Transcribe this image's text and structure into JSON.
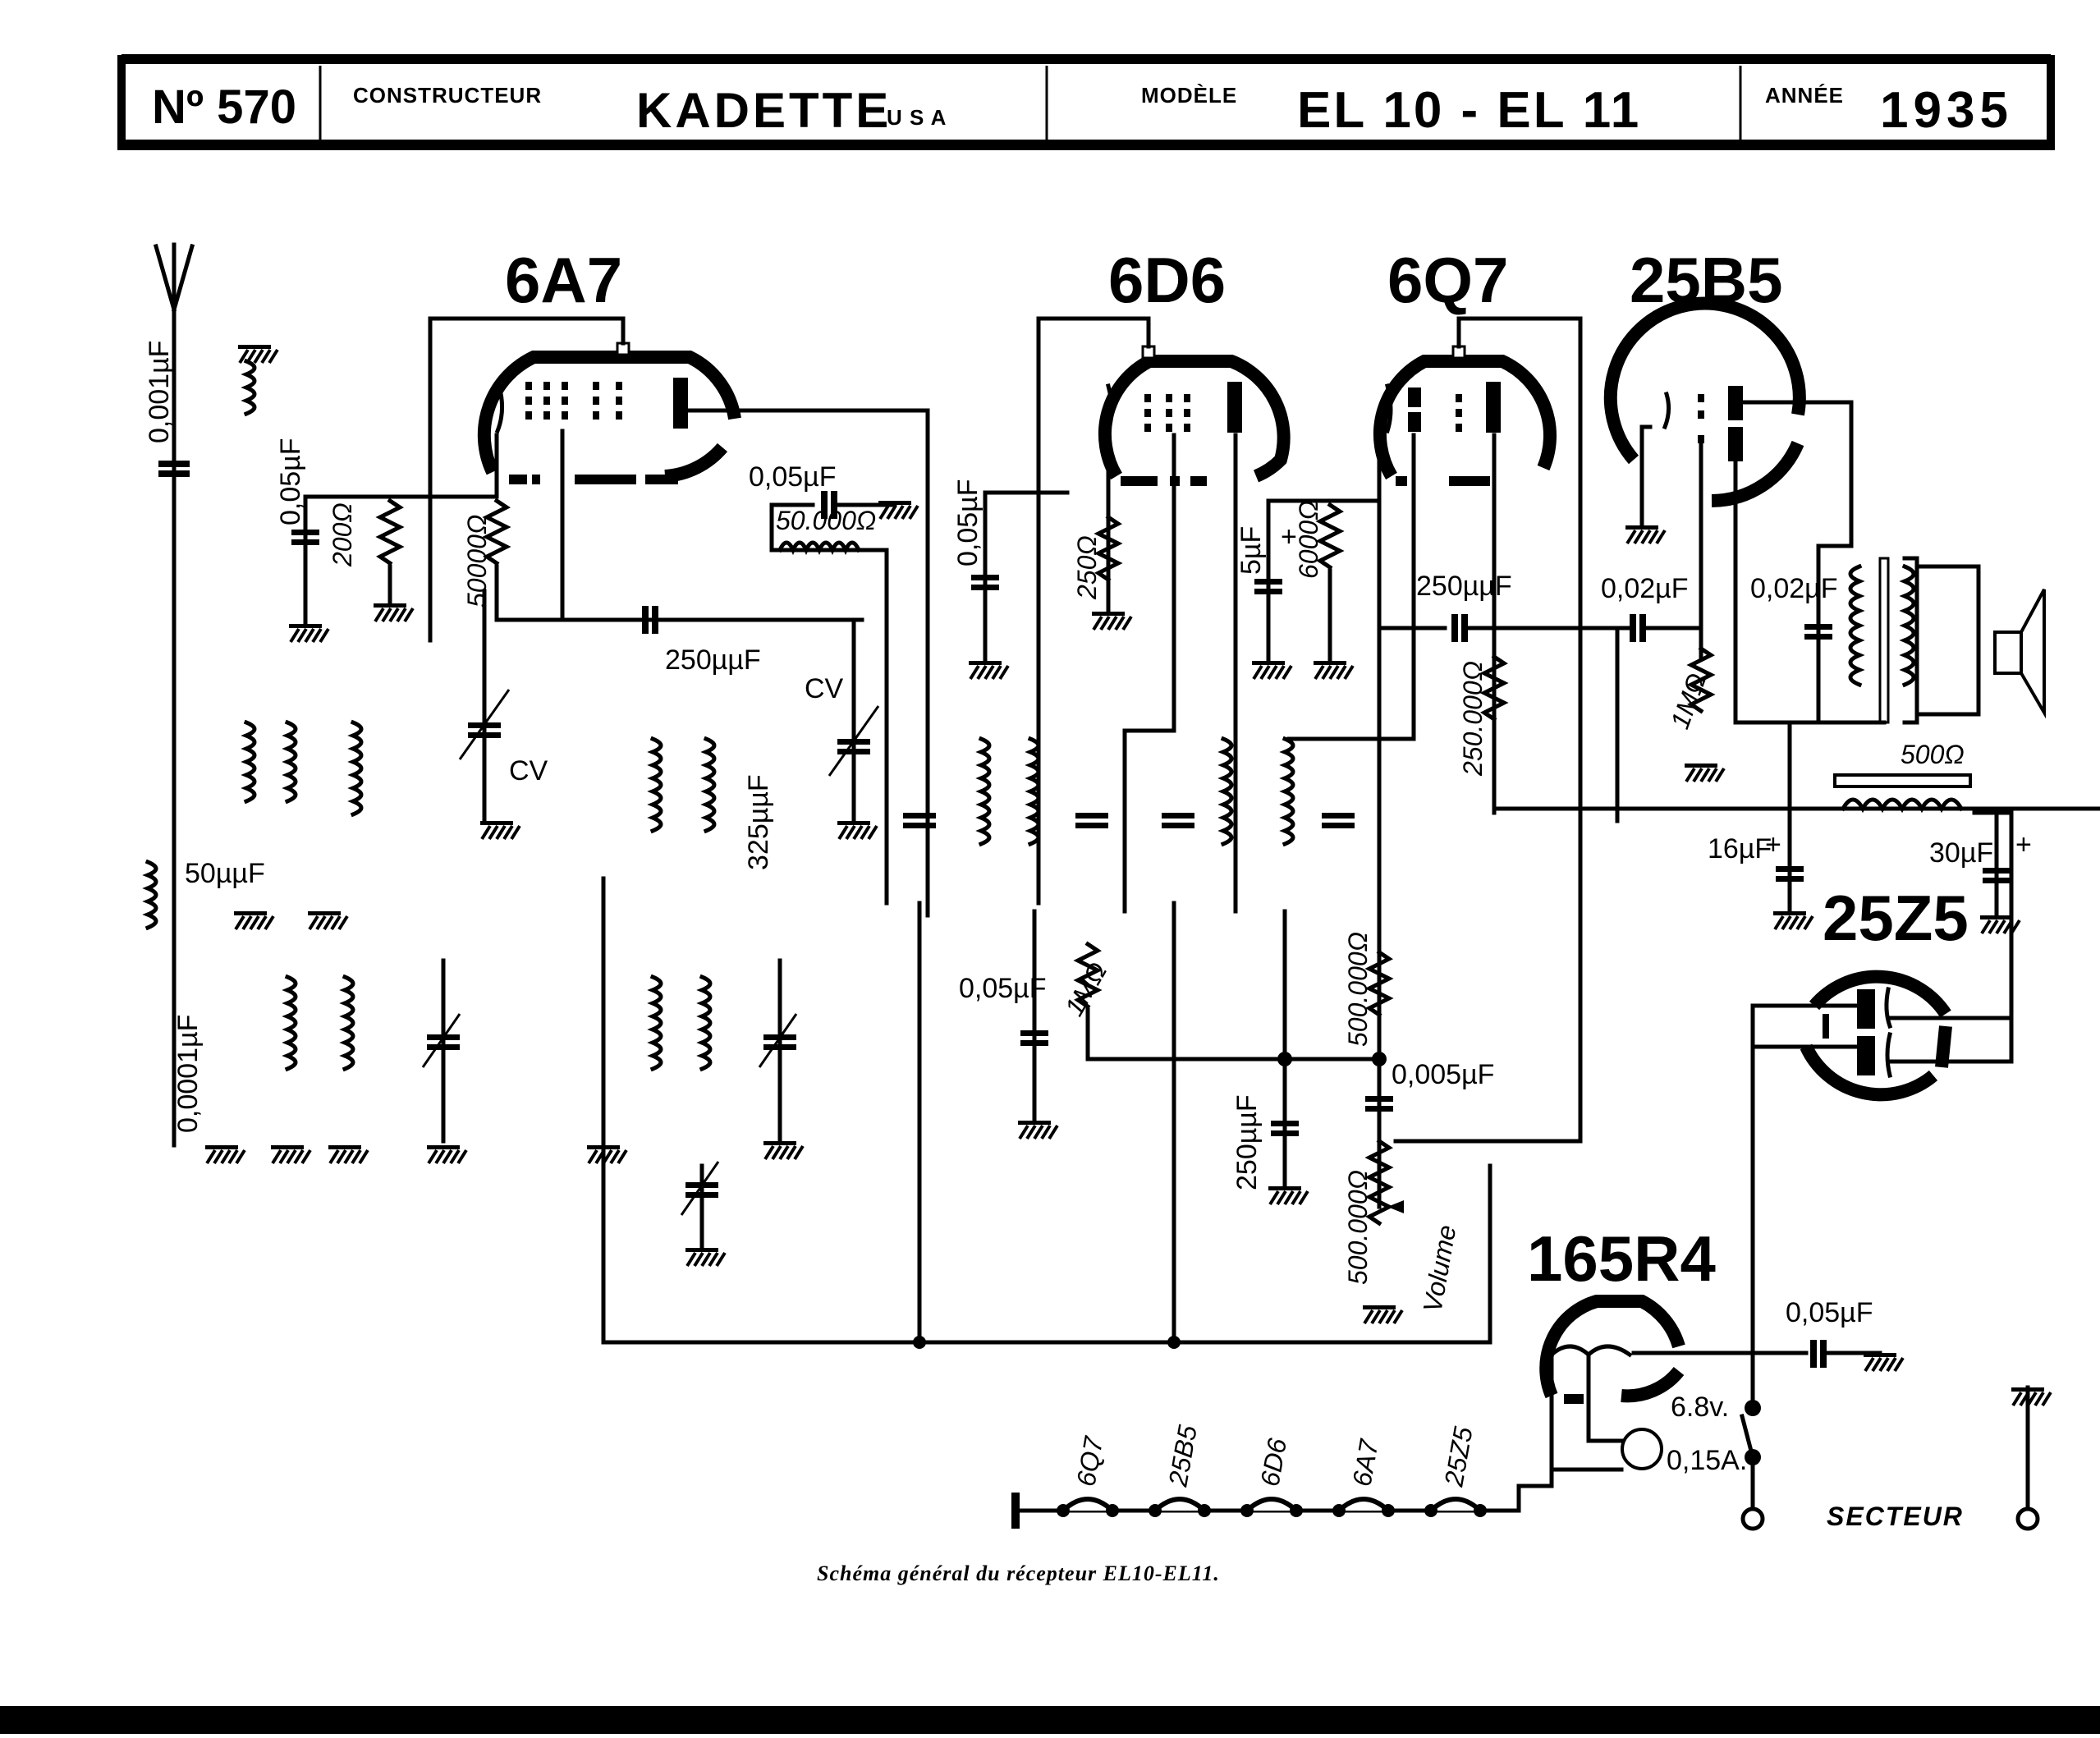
{
  "header": {
    "number_label": "Nº 570",
    "constructeur_label": "CONSTRUCTEUR",
    "constructeur_value": "KADETTE",
    "constructeur_country": "U S A",
    "modele_label": "MODÈLE",
    "modele_value": "EL 10 - EL 11",
    "annee_label": "ANNÉE",
    "annee_value": "1935"
  },
  "tubes": {
    "t6a7": "6A7",
    "t6d6": "6D6",
    "t6q7": "6Q7",
    "t25b5": "25B5",
    "t25z5": "25Z5",
    "t165r4": "165R4"
  },
  "components": {
    "c_ant": "0,001µF",
    "c_005a": "0,05µF",
    "r_200": "200Ω",
    "r_50000": "50000Ω",
    "c_250a": "250µµF",
    "cv1": "CV",
    "cv2": "CV",
    "c_50": "50µµF",
    "c_00001": "0,0001µF",
    "c_325": "325µµF",
    "c_005b": "0,05µF",
    "r_50000b": "50.000Ω",
    "c_005c": "0,05µF",
    "r_250": "250Ω",
    "c_5": "5µF",
    "r_6000": "6000Ω",
    "c_250b": "250µµF",
    "r_250000": "250.000Ω",
    "c_002a": "0,02µF",
    "r_1m_a": "1MΩ",
    "c_002b": "0,02µF",
    "r_500": "500Ω",
    "c_16": "16µF",
    "c_30": "30µF",
    "c_005d": "0,05µF",
    "r_1m_b": "1MΩ",
    "r_500000a": "500.000Ω",
    "c_0005": "0,005µF",
    "c_250c": "250µµF",
    "r_500000b": "500.000Ω",
    "volume": "Volume",
    "c_005e": "0,05µF",
    "v68": "6.8v.",
    "a015": "0,15A.",
    "secteur": "SECTEUR",
    "plus": "+"
  },
  "filament_chain": [
    "6Q7",
    "25B5",
    "6D6",
    "6A7",
    "25Z5"
  ],
  "caption": "Schéma général du récepteur EL10-EL11."
}
